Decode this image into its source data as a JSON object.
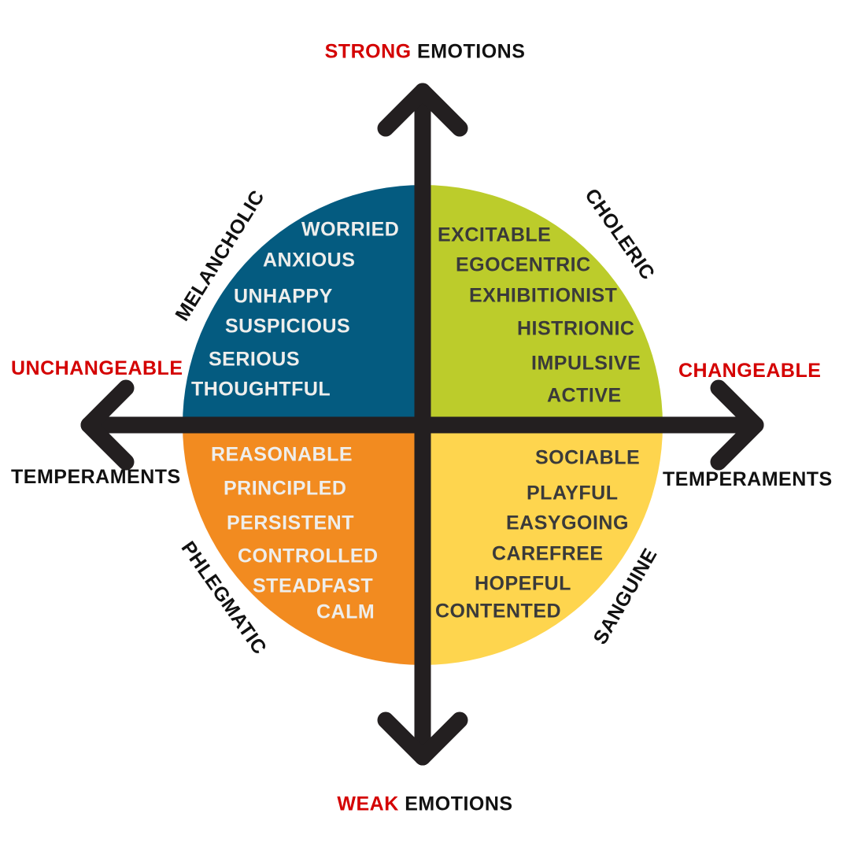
{
  "colors": {
    "melancholic": "#045b80",
    "choleric": "#bccc2b",
    "phlegmatic": "#f28b20",
    "sanguine": "#fed54e",
    "axis": "#231f20",
    "accent": "#d40000"
  },
  "axes": {
    "top": {
      "accent": "STRONG",
      "rest": "EMOTIONS"
    },
    "bottom": {
      "accent": "WEAK",
      "rest": "EMOTIONS"
    },
    "left": {
      "accent": "UNCHANGEABLE",
      "rest": "TEMPERAMENTS"
    },
    "right": {
      "accent": "CHANGEABLE",
      "rest": "TEMPERAMENTS"
    }
  },
  "quadrants": {
    "melancholic": {
      "name": "MELANCHOLIC",
      "traits": [
        "WORRIED",
        "ANXIOUS",
        "UNHAPPY",
        "SUSPICIOUS",
        "SERIOUS",
        "THOUGHTFUL"
      ]
    },
    "choleric": {
      "name": "CHOLERIC",
      "traits": [
        "EXCITABLE",
        "EGOCENTRIC",
        "EXHIBITIONIST",
        "HISTRIONIC",
        "IMPULSIVE",
        "ACTIVE"
      ]
    },
    "phlegmatic": {
      "name": "PHLEGMATIC",
      "traits": [
        "REASONABLE",
        "PRINCIPLED",
        "PERSISTENT",
        "CONTROLLED",
        "STEADFAST",
        "CALM"
      ]
    },
    "sanguine": {
      "name": "SANGUINE",
      "traits": [
        "SOCIABLE",
        "PLAYFUL",
        "EASYGOING",
        "CAREFREE",
        "HOPEFUL",
        "CONTENTED"
      ]
    }
  }
}
